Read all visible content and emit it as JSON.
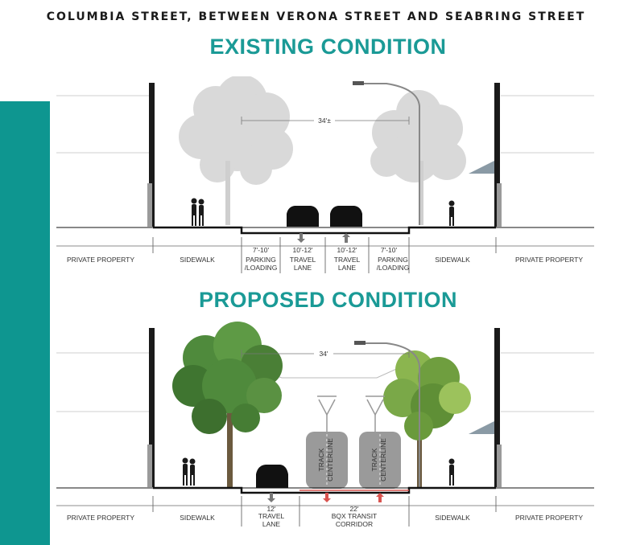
{
  "page_title": "COLUMBIA STREET, BETWEEN VERONA STREET AND SEABRING STREET",
  "existing": {
    "heading": "EXISTING CONDITION",
    "width_dim": "34'±",
    "dims": [
      "7'-10'",
      "10'-12'",
      "10'-12'",
      "7'-10'"
    ],
    "zones": [
      "PRIVATE PROPERTY",
      "SIDEWALK",
      "PARKING",
      "/LOADING",
      "TRAVEL",
      "LANE",
      "TRAVEL",
      "LANE",
      "PARKING",
      "/LOADING",
      "SIDEWALK",
      "PRIVATE PROPERTY"
    ]
  },
  "proposed": {
    "heading": "PROPOSED CONDITION",
    "width_dim": "34'",
    "dims": [
      "12'",
      "22'"
    ],
    "zones": [
      "PRIVATE PROPERTY",
      "SIDEWALK",
      "TRAVEL",
      "LANE",
      "BQX TRANSIT",
      "CORRIDOR",
      "SIDEWALK",
      "PRIVATE PROPERTY"
    ],
    "track_label": [
      "TRACK",
      "CENTERLINE"
    ]
  },
  "colors": {
    "teal": "#0e9690",
    "heading": "#1a9a96",
    "tree_faded": "#d6d6d6",
    "tree_green": "#4f8a3c",
    "tram": "#9a9a9a",
    "arrow_red": "#d9534f"
  }
}
